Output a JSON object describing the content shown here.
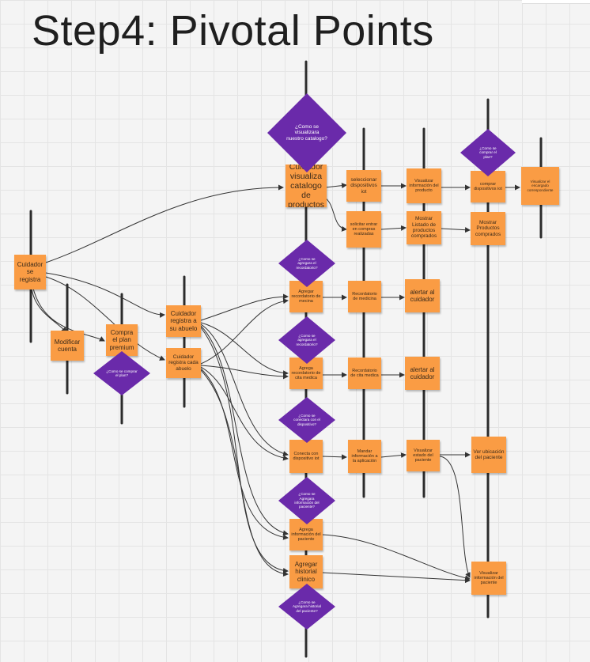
{
  "title": "Step4: Pivotal Points",
  "colors": {
    "note": "#fa9c44",
    "diamond": "#6a2aaa",
    "line": "#333333"
  },
  "notes": [
    {
      "id": "cuidador-registra",
      "text": "Cuidador se registra"
    },
    {
      "id": "modificar-cuenta",
      "text": "Modificar cuenta"
    },
    {
      "id": "compra-plan",
      "text": "Compra el plan premium"
    },
    {
      "id": "cuidador-registra-abuelo",
      "text": "Cuidador registra a su abuelo"
    },
    {
      "id": "cuidador-registra-cada-abuelo",
      "text": "Cuidador registra cada abuelo"
    },
    {
      "id": "cuidador-visualiza-catalogo",
      "text": "Cuidador visualiza catalogo de productos"
    },
    {
      "id": "seleccionar-dispositivos",
      "text": "seleccionar dispositivos iot"
    },
    {
      "id": "visualizar-informacion-producto",
      "text": "Visualizar información del producto"
    },
    {
      "id": "comprar-dispositivos",
      "text": "comprar dispositivos iot"
    },
    {
      "id": "visualizar-encargado",
      "text": "Visualizar el encargado correspondiente"
    },
    {
      "id": "solicitar-compras",
      "text": "solicitar entrar en compras realizadas"
    },
    {
      "id": "mostrar-listado",
      "text": "Mostrar Listado de productos comprados"
    },
    {
      "id": "mostrar-productos",
      "text": "Mostrar Productos comprados"
    },
    {
      "id": "agregar-recordatorio-medicina",
      "text": "Agregar recordatorio de mecina"
    },
    {
      "id": "recordatorio-medicina",
      "text": "Recordatorio de medicina"
    },
    {
      "id": "alertar-cuidador-1",
      "text": "alertar al cuidador"
    },
    {
      "id": "agrega-recordatorio-cita",
      "text": "Agrega recordatorio de cita medica"
    },
    {
      "id": "recordatorio-cita",
      "text": "Recordatorio de cita medica"
    },
    {
      "id": "alertar-cuidador-2",
      "text": "alertar al cuidador"
    },
    {
      "id": "conecta-dispositivo",
      "text": "Conecta con dispositivo iot"
    },
    {
      "id": "mandar-informacion",
      "text": "Mandar información a la aplicación"
    },
    {
      "id": "visualizar-estado",
      "text": "Visualizar estado del paciente"
    },
    {
      "id": "ver-ubicacion",
      "text": "Ver ubicación del paciente"
    },
    {
      "id": "agrega-informacion-paciente",
      "text": "Agrega información del paciente"
    },
    {
      "id": "agregar-historial",
      "text": "Agregar historial clinico"
    },
    {
      "id": "visualizar-informacion-paciente",
      "text": "Visualizar información del paciente"
    }
  ],
  "diamonds": [
    {
      "id": "como-visualizara-catalogo",
      "text": "¿Como se visualizara nuestro catalogo?"
    },
    {
      "id": "como-comprar-plan-top",
      "text": "¿Como se comprar el plan?"
    },
    {
      "id": "como-agregara-recordatorio-1",
      "text": "¿Como se agregara el recordatorio?"
    },
    {
      "id": "como-agregara-recordatorio-2",
      "text": "¿Como se agregara el recordatorio?"
    },
    {
      "id": "como-comprar-plan-left",
      "text": "¿Como se comprar el plan?"
    },
    {
      "id": "como-conectara-dispositivo",
      "text": "¿Como se conectara con el dispositivo?"
    },
    {
      "id": "como-agregara-informacion",
      "text": "¿Como se Agregara información del paciente?"
    },
    {
      "id": "como-agregara-historial",
      "text": "¿Como se Agregara historial del paciente?"
    }
  ]
}
